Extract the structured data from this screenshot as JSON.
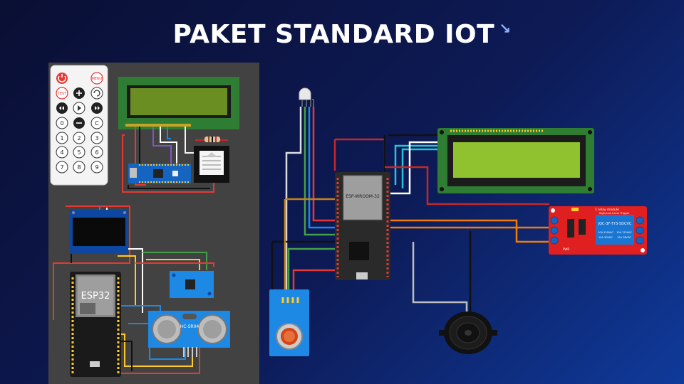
{
  "title": "PAKET STANDARD IOT",
  "title_icon": "arrow-down-right-icon",
  "remote": {
    "buttons": [
      "TEST",
      "0",
      "C",
      "1",
      "2",
      "3",
      "4",
      "5",
      "6",
      "7",
      "8",
      "9"
    ],
    "menu_label": "MENU"
  },
  "left_board": {
    "esp32_label": "ESP32",
    "ultrasonic_label": "HC-SR04"
  },
  "right_board": {
    "relay_title": "1 relay module",
    "relay_subtitle": "High/Low Level Trigger",
    "relay_model": "JQC-3F-T73-5DCVC",
    "relay_rating_1": "10A 250VAC",
    "relay_rating_2": "10A 125VAC",
    "relay_rating_3": "10A 30VDC",
    "relay_rating_4": "10A 28VDC",
    "esp_module_label": "ESP-WROOM-32",
    "pwr_label": "PWR"
  },
  "colors": {
    "bg_start": "#0a0f33",
    "bg_end": "#0f3a9a",
    "lcd_green": "#8fc22e",
    "relay_red": "#e02020"
  }
}
